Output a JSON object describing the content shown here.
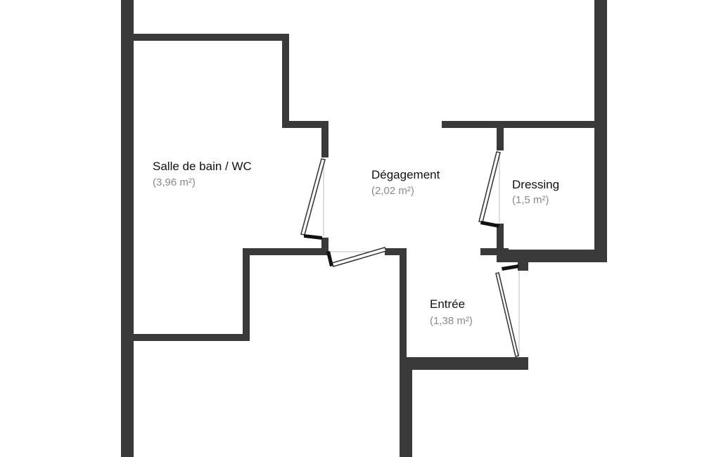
{
  "rooms": [
    {
      "id": "salle-de-bain",
      "name": "Salle de bain / WC",
      "area": "(3,96 m²)"
    },
    {
      "id": "degagement",
      "name": "Dégagement",
      "area": "(2,02 m²)"
    },
    {
      "id": "dressing",
      "name": "Dressing",
      "area": "(1,5 m²)"
    },
    {
      "id": "entree",
      "name": "Entrée",
      "area": "(1,38 m²)"
    }
  ],
  "colors": {
    "wall": "#3a3a3a",
    "background": "#ffffff",
    "label": "#111111",
    "area": "#8a8a8a"
  }
}
